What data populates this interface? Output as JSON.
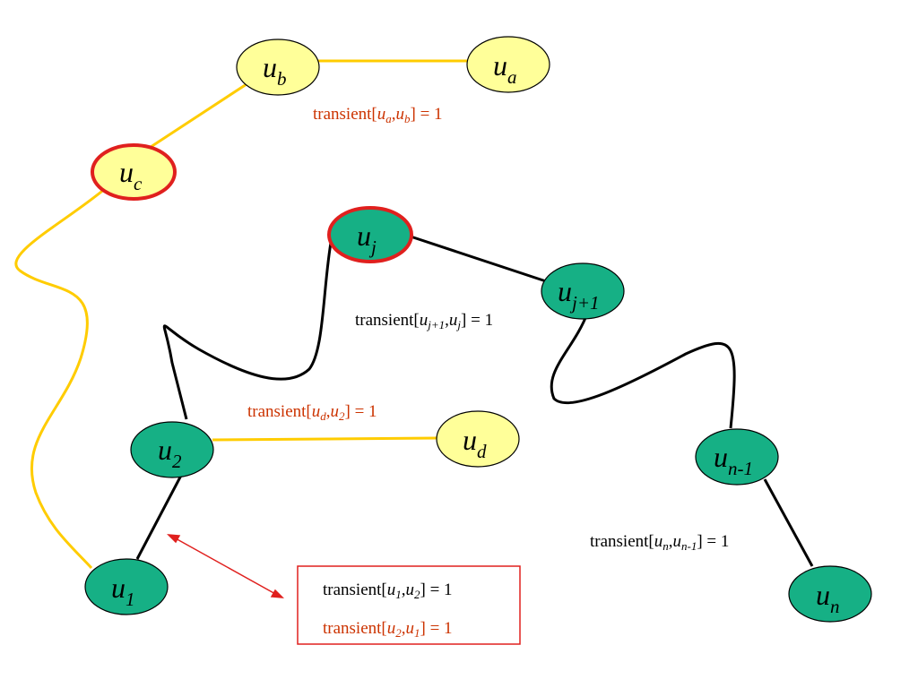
{
  "colors": {
    "yellow_fill": "#ffff99",
    "green_fill": "#16b085",
    "yellow_edge": "#ffcc00",
    "black_edge": "#000000",
    "highlight_border": "#e0201e",
    "red_text": "#cc3300",
    "black_text": "#000000",
    "arrow": "#e0201e"
  },
  "nodes": {
    "ub": {
      "base": "u",
      "sub": "b"
    },
    "ua": {
      "base": "u",
      "sub": "a"
    },
    "uc": {
      "base": "u",
      "sub": "c"
    },
    "uj": {
      "base": "u",
      "sub": "j"
    },
    "uj1": {
      "base": "u",
      "sub": "j+1"
    },
    "u2": {
      "base": "u",
      "sub": "2"
    },
    "ud": {
      "base": "u",
      "sub": "d"
    },
    "un1": {
      "base": "u",
      "sub": "n-1"
    },
    "u1": {
      "base": "u",
      "sub": "1"
    },
    "un": {
      "base": "u",
      "sub": "n"
    }
  },
  "labels": {
    "ab": {
      "prefix": "transient[",
      "u1": "u",
      "s1": "a",
      "sep": ",",
      "u2": "u",
      "s2": "b",
      "suffix": "] = 1"
    },
    "j1j": {
      "prefix": "transient[",
      "u1": "u",
      "s1": "j+1",
      "sep": ",",
      "u2": "u",
      "s2": "j",
      "suffix": "] = 1"
    },
    "d2": {
      "prefix": "transient[",
      "u1": "u",
      "s1": "d",
      "sep": ",",
      "u2": "u",
      "s2": "2",
      "suffix": "] = 1"
    },
    "nn1": {
      "prefix": "transient[",
      "u1": "u",
      "s1": "n",
      "sep": ",",
      "u2": "u",
      "s2": "n-1",
      "suffix": "] = 1"
    },
    "box1": {
      "prefix": "transient[",
      "u1": "u",
      "s1": "1",
      "sep": ",",
      "u2": "u",
      "s2": "2",
      "suffix": "] = 1"
    },
    "box2": {
      "prefix": "transient[",
      "u1": "u",
      "s1": "2",
      "sep": ",",
      "u2": "u",
      "s2": "1",
      "suffix": "] = 1"
    }
  }
}
